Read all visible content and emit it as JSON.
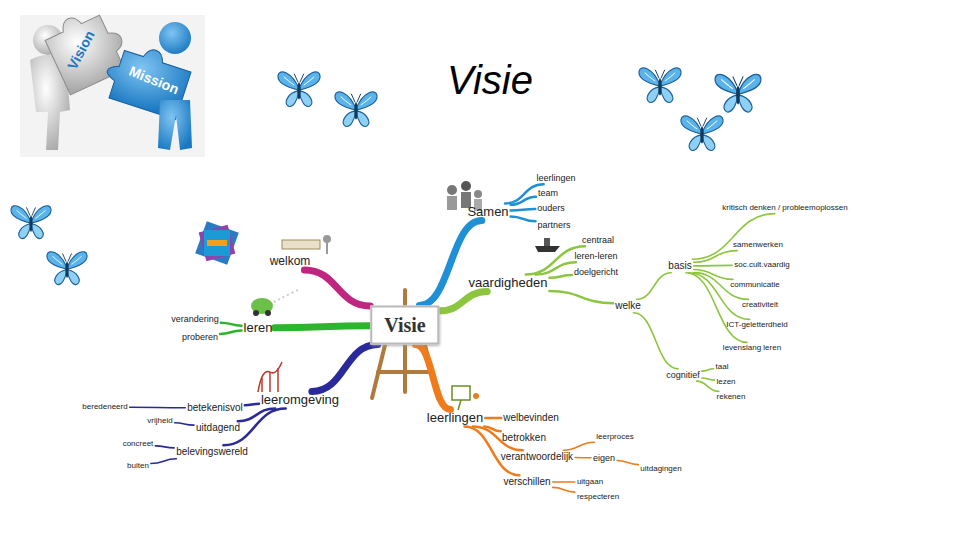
{
  "diagram": {
    "title": "Visie",
    "nodes": [
      {
        "text": [
          "Visie"
        ]
      },
      {
        "text": [
          "welkom"
        ]
      },
      {
        "text": [
          "leren"
        ]
      },
      {
        "text": [
          "verandering"
        ]
      },
      {
        "text": [
          "proberen"
        ]
      },
      {
        "text": [
          "Samen"
        ]
      },
      {
        "text": [
          "leerlingen"
        ]
      },
      {
        "text": [
          "team"
        ]
      },
      {
        "text": [
          "ouders"
        ]
      },
      {
        "text": [
          "partners"
        ]
      },
      {
        "text": [
          "vaardigheden"
        ]
      },
      {
        "text": [
          "centraal"
        ]
      },
      {
        "text": [
          "leren-leren"
        ]
      },
      {
        "text": [
          "doelgericht"
        ]
      },
      {
        "text": [
          "welke"
        ]
      },
      {
        "text": [
          "basis"
        ]
      },
      {
        "text": [
          "kritisch denken / probleemoplossen"
        ]
      },
      {
        "text": [
          "samenwerken"
        ]
      },
      {
        "text": [
          "soc.cult.vaardig"
        ]
      },
      {
        "text": [
          "communicatie"
        ]
      },
      {
        "text": [
          "creativiteit"
        ]
      },
      {
        "text": [
          "ICT-geletterdheid"
        ]
      },
      {
        "text": [
          "levenslang leren"
        ]
      },
      {
        "text": [
          "cognitief"
        ]
      },
      {
        "text": [
          "taal"
        ]
      },
      {
        "text": [
          "lezen"
        ]
      },
      {
        "text": [
          "rekenen"
        ]
      },
      {
        "text": [
          "leerlingen"
        ]
      },
      {
        "text": [
          "welbevinden"
        ]
      },
      {
        "text": [
          "betrokken"
        ]
      },
      {
        "text": [
          "verantwoordelijk"
        ]
      },
      {
        "text": [
          "leerproces"
        ]
      },
      {
        "text": [
          "eigen"
        ]
      },
      {
        "text": [
          "uitdagingen"
        ]
      },
      {
        "text": [
          "verschillen"
        ]
      },
      {
        "text": [
          "uitgaan"
        ]
      },
      {
        "text": [
          "respecteren"
        ]
      },
      {
        "text": [
          "leeromgeving"
        ]
      },
      {
        "text": [
          "betekenisvol"
        ]
      },
      {
        "text": [
          "beredeneerd"
        ]
      },
      {
        "text": [
          "uitdagend"
        ]
      },
      {
        "text": [
          "vrijheid"
        ]
      },
      {
        "text": [
          "belevingswereld"
        ]
      },
      {
        "text": [
          "concreet"
        ]
      },
      {
        "text": [
          "buiten"
        ]
      }
    ],
    "edges": [
      {
        "from": 0,
        "to": 1,
        "arrow": "none"
      },
      {
        "from": 0,
        "to": 2,
        "arrow": "none"
      },
      {
        "from": 2,
        "to": 3,
        "arrow": "none"
      },
      {
        "from": 2,
        "to": 4,
        "arrow": "none"
      },
      {
        "from": 0,
        "to": 5,
        "arrow": "none"
      },
      {
        "from": 5,
        "to": 6,
        "arrow": "none"
      },
      {
        "from": 5,
        "to": 7,
        "arrow": "none"
      },
      {
        "from": 5,
        "to": 8,
        "arrow": "none"
      },
      {
        "from": 5,
        "to": 9,
        "arrow": "none"
      },
      {
        "from": 0,
        "to": 10,
        "arrow": "none"
      },
      {
        "from": 10,
        "to": 11,
        "arrow": "none"
      },
      {
        "from": 10,
        "to": 12,
        "arrow": "none"
      },
      {
        "from": 10,
        "to": 13,
        "arrow": "none"
      },
      {
        "from": 10,
        "to": 14,
        "arrow": "none"
      },
      {
        "from": 14,
        "to": 15,
        "arrow": "none"
      },
      {
        "from": 15,
        "to": 16,
        "arrow": "none"
      },
      {
        "from": 15,
        "to": 17,
        "arrow": "none"
      },
      {
        "from": 15,
        "to": 18,
        "arrow": "none"
      },
      {
        "from": 15,
        "to": 19,
        "arrow": "none"
      },
      {
        "from": 15,
        "to": 20,
        "arrow": "none"
      },
      {
        "from": 15,
        "to": 21,
        "arrow": "none"
      },
      {
        "from": 15,
        "to": 22,
        "arrow": "none"
      },
      {
        "from": 14,
        "to": 23,
        "arrow": "none"
      },
      {
        "from": 23,
        "to": 24,
        "arrow": "none"
      },
      {
        "from": 23,
        "to": 25,
        "arrow": "none"
      },
      {
        "from": 23,
        "to": 26,
        "arrow": "none"
      },
      {
        "from": 0,
        "to": 27,
        "arrow": "none"
      },
      {
        "from": 27,
        "to": 28,
        "arrow": "none"
      },
      {
        "from": 27,
        "to": 29,
        "arrow": "none"
      },
      {
        "from": 27,
        "to": 30,
        "arrow": "none"
      },
      {
        "from": 30,
        "to": 31,
        "arrow": "none"
      },
      {
        "from": 30,
        "to": 32,
        "arrow": "none"
      },
      {
        "from": 32,
        "to": 33,
        "arrow": "none"
      },
      {
        "from": 27,
        "to": 34,
        "arrow": "none"
      },
      {
        "from": 34,
        "to": 35,
        "arrow": "none"
      },
      {
        "from": 34,
        "to": 36,
        "arrow": "none"
      },
      {
        "from": 0,
        "to": 37,
        "arrow": "none"
      },
      {
        "from": 37,
        "to": 38,
        "arrow": "none"
      },
      {
        "from": 38,
        "to": 39,
        "arrow": "none"
      },
      {
        "from": 37,
        "to": 40,
        "arrow": "none"
      },
      {
        "from": 40,
        "to": 41,
        "arrow": "none"
      },
      {
        "from": 37,
        "to": 42,
        "arrow": "none"
      },
      {
        "from": 42,
        "to": 43,
        "arrow": "none"
      },
      {
        "from": 42,
        "to": 44,
        "arrow": "none"
      }
    ],
    "labels": [
      "Vision",
      "Mission"
    ]
  }
}
